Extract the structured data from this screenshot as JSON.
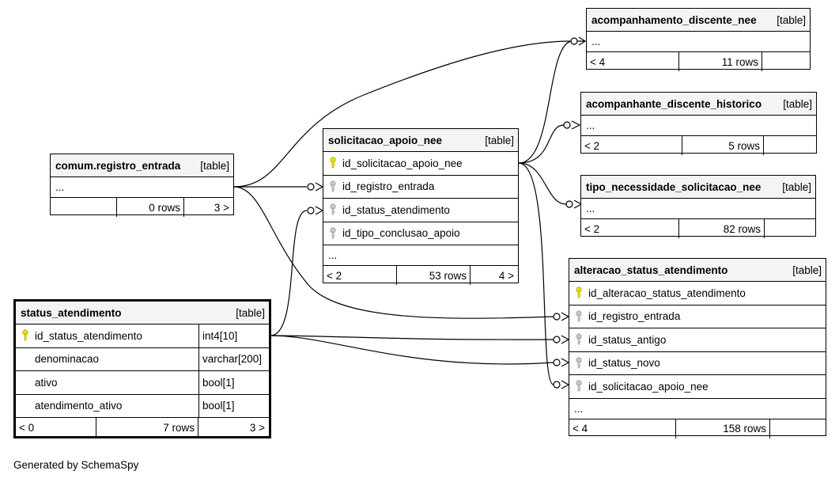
{
  "footer": "Generated by SchemaSpy",
  "tables": {
    "acompanhamento": {
      "name": "acompanhamento_discente_nee",
      "type": "[table]",
      "ellipsis": "...",
      "footer": [
        "< 4",
        "11 rows",
        ""
      ]
    },
    "acompanhante": {
      "name": "acompanhante_discente_historico",
      "type": "[table]",
      "ellipsis": "...",
      "footer": [
        "< 2",
        "5 rows",
        ""
      ]
    },
    "tipo": {
      "name": "tipo_necessidade_solicitacao_nee",
      "type": "[table]",
      "ellipsis": "...",
      "footer": [
        "< 2",
        "82 rows",
        ""
      ]
    },
    "solicitacao": {
      "name": "solicitacao_apoio_nee",
      "type": "[table]",
      "columns": [
        "id_solicitacao_apoio_nee",
        "id_registro_entrada",
        "id_status_atendimento",
        "id_tipo_conclusao_apoio"
      ],
      "ellipsis": "...",
      "footer": [
        "< 2",
        "53 rows",
        "4 >"
      ]
    },
    "comum": {
      "name": "comum.registro_entrada",
      "type": "[table]",
      "ellipsis": "...",
      "footer": [
        "",
        "0 rows",
        "3 >"
      ]
    },
    "status": {
      "name": "status_atendimento",
      "type": "[table]",
      "columns": [
        {
          "name": "id_status_atendimento",
          "type": "int4[10]"
        },
        {
          "name": "denominacao",
          "type": "varchar[200]"
        },
        {
          "name": "ativo",
          "type": "bool[1]"
        },
        {
          "name": "atendimento_ativo",
          "type": "bool[1]"
        }
      ],
      "footer": [
        "< 0",
        "7 rows",
        "3 >"
      ]
    },
    "alteracao": {
      "name": "alteracao_status_atendimento",
      "type": "[table]",
      "columns": [
        "id_alteracao_status_atendimento",
        "id_registro_entrada",
        "id_status_antigo",
        "id_status_novo",
        "id_solicitacao_apoio_nee"
      ],
      "ellipsis": "...",
      "footer": [
        "< 4",
        "158 rows",
        ""
      ]
    }
  },
  "icons": {
    "primary_key": "key-icon-yellow",
    "foreign_key": "key-icon-gray"
  },
  "colors": {
    "pk_key": "#e8e000",
    "fk_key": "#b8b8b8",
    "header_bg": "#f4f4f4"
  }
}
